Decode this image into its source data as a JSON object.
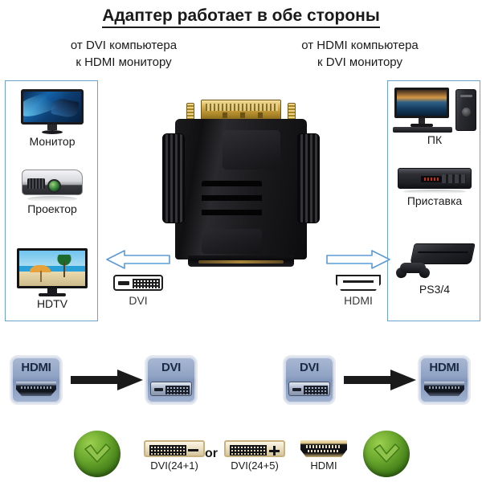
{
  "header": {
    "title": "Адаптер работает в обе стороны",
    "subtitle_left": "от DVI компьютера\nк HDMI монитору",
    "subtitle_left_line1": "от DVI компьютера",
    "subtitle_left_line2": "к HDMI монитору",
    "subtitle_right_line1": "от HDMI компьютера",
    "subtitle_right_line2": "к DVI монитору"
  },
  "left_panel": {
    "items": [
      {
        "label": "Монитор",
        "icon": "computer-monitor-icon"
      },
      {
        "label": "Проектор",
        "icon": "projector-icon"
      },
      {
        "label": "HDTV",
        "icon": "hdtv-icon"
      }
    ]
  },
  "right_panel": {
    "items": [
      {
        "label": "ПК",
        "icon": "desktop-pc-icon"
      },
      {
        "label": "Приставка",
        "icon": "set-top-box-icon"
      },
      {
        "label": "PS3/4",
        "icon": "game-console-icon"
      }
    ]
  },
  "center": {
    "product": "dvi-to-hdmi-adapter"
  },
  "flows": {
    "left": {
      "arrow": "arrow-left-icon",
      "connector": "dvi-connector-icon",
      "label": "DVI"
    },
    "right": {
      "arrow": "arrow-right-icon",
      "connector": "hdmi-connector-icon",
      "label": "HDMI"
    }
  },
  "bottom_rows": [
    {
      "from": "HDMI",
      "to": "DVI",
      "from_port": "hdmi-port-icon",
      "to_port": "dvi-port-icon",
      "arrow": "black-arrow-right-icon"
    },
    {
      "from": "DVI",
      "to": "HDMI",
      "from_port": "dvi-port-icon",
      "to_port": "hdmi-port-icon",
      "arrow": "black-arrow-right-icon"
    }
  ],
  "footer": {
    "check_left": "green-check-icon",
    "check_right": "green-check-icon",
    "dvi_24_1_label": "DVI(24+1)",
    "dvi_24_5_label": "DVI(24+5)",
    "or_label": "or",
    "hdmi_label": "HDMI"
  },
  "colors": {
    "panel_border": "#6ba3cf",
    "arrow_outline": "#5b9bd5",
    "badge_fill": "#90a3c4",
    "check_green": "#6aa82e",
    "gold": "#d8b55a",
    "text": "#1a1a1a"
  }
}
